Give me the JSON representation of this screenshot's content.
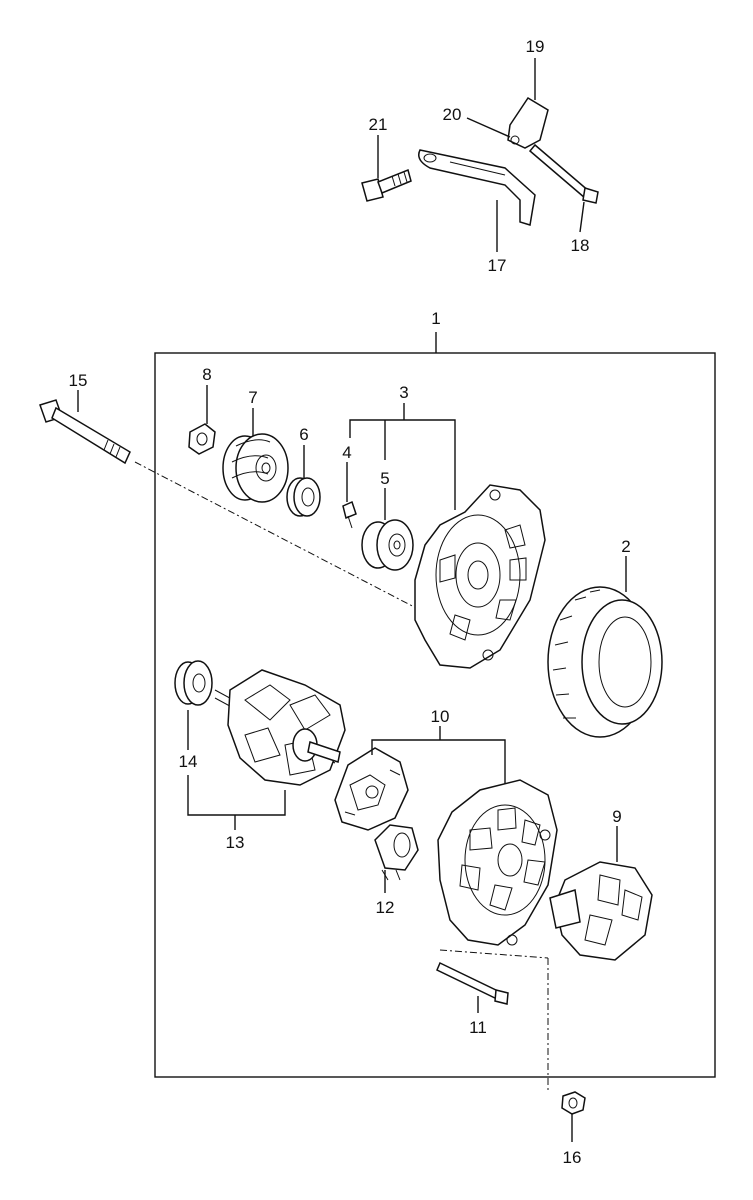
{
  "diagram": {
    "callouts": {
      "p1": "1",
      "p2": "2",
      "p3": "3",
      "p4": "4",
      "p5": "5",
      "p6": "6",
      "p7": "7",
      "p8": "8",
      "p9": "9",
      "p10": "10",
      "p11": "11",
      "p12": "12",
      "p13": "13",
      "p14": "14",
      "p15": "15",
      "p16": "16",
      "p17": "17",
      "p18": "18",
      "p19": "19",
      "p20": "20",
      "p21": "21"
    }
  }
}
